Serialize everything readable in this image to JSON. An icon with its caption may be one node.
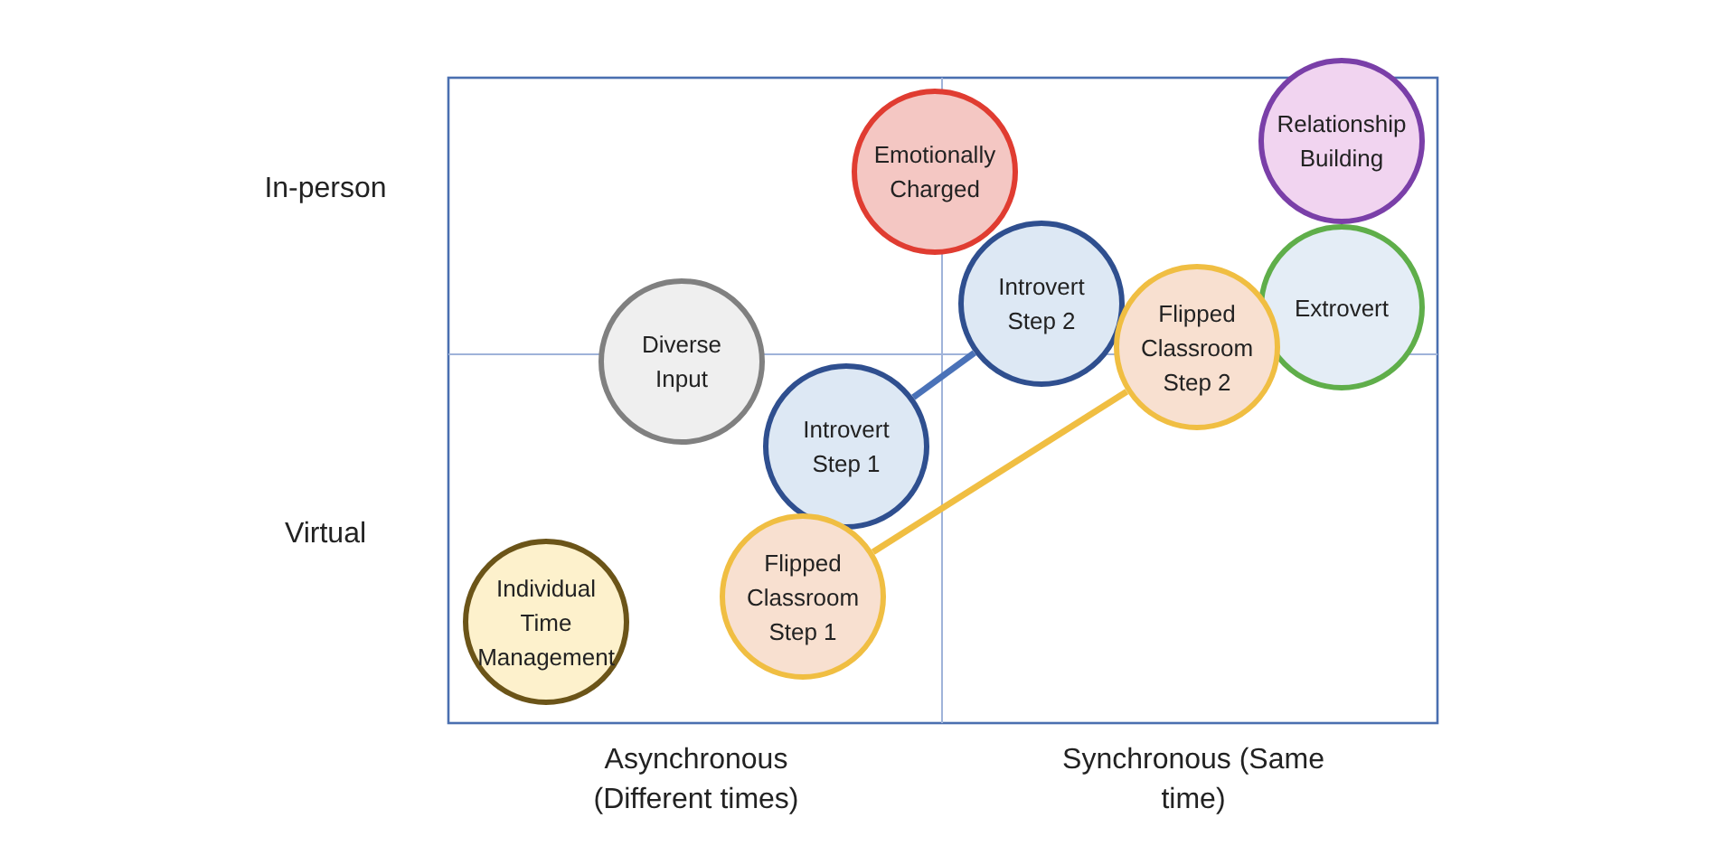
{
  "diagram": {
    "nodes": [
      {
        "text": [
          "Emotionally Charged"
        ]
      },
      {
        "text": [
          "Relationship Building"
        ]
      },
      {
        "text": [
          "Introvert Step 2"
        ]
      },
      {
        "text": [
          "Extrovert"
        ]
      },
      {
        "text": [
          "Diverse Input"
        ]
      },
      {
        "text": [
          "Flipped Classroom Step 2"
        ]
      },
      {
        "text": [
          "Introvert Step 1"
        ]
      },
      {
        "text": [
          "Flipped Classroom Step 1"
        ]
      },
      {
        "text": [
          "Individual Time Management"
        ]
      }
    ],
    "edges": [
      {
        "from": 6,
        "to": 2,
        "arrow": "none",
        "color": "#4a72b8"
      },
      {
        "from": 7,
        "to": 5,
        "arrow": "none",
        "color": "#f0be42"
      }
    ],
    "labels": [
      "In-person",
      "Virtual",
      "Asynchronous (Different times)",
      "Synchronous (Same time)"
    ]
  }
}
